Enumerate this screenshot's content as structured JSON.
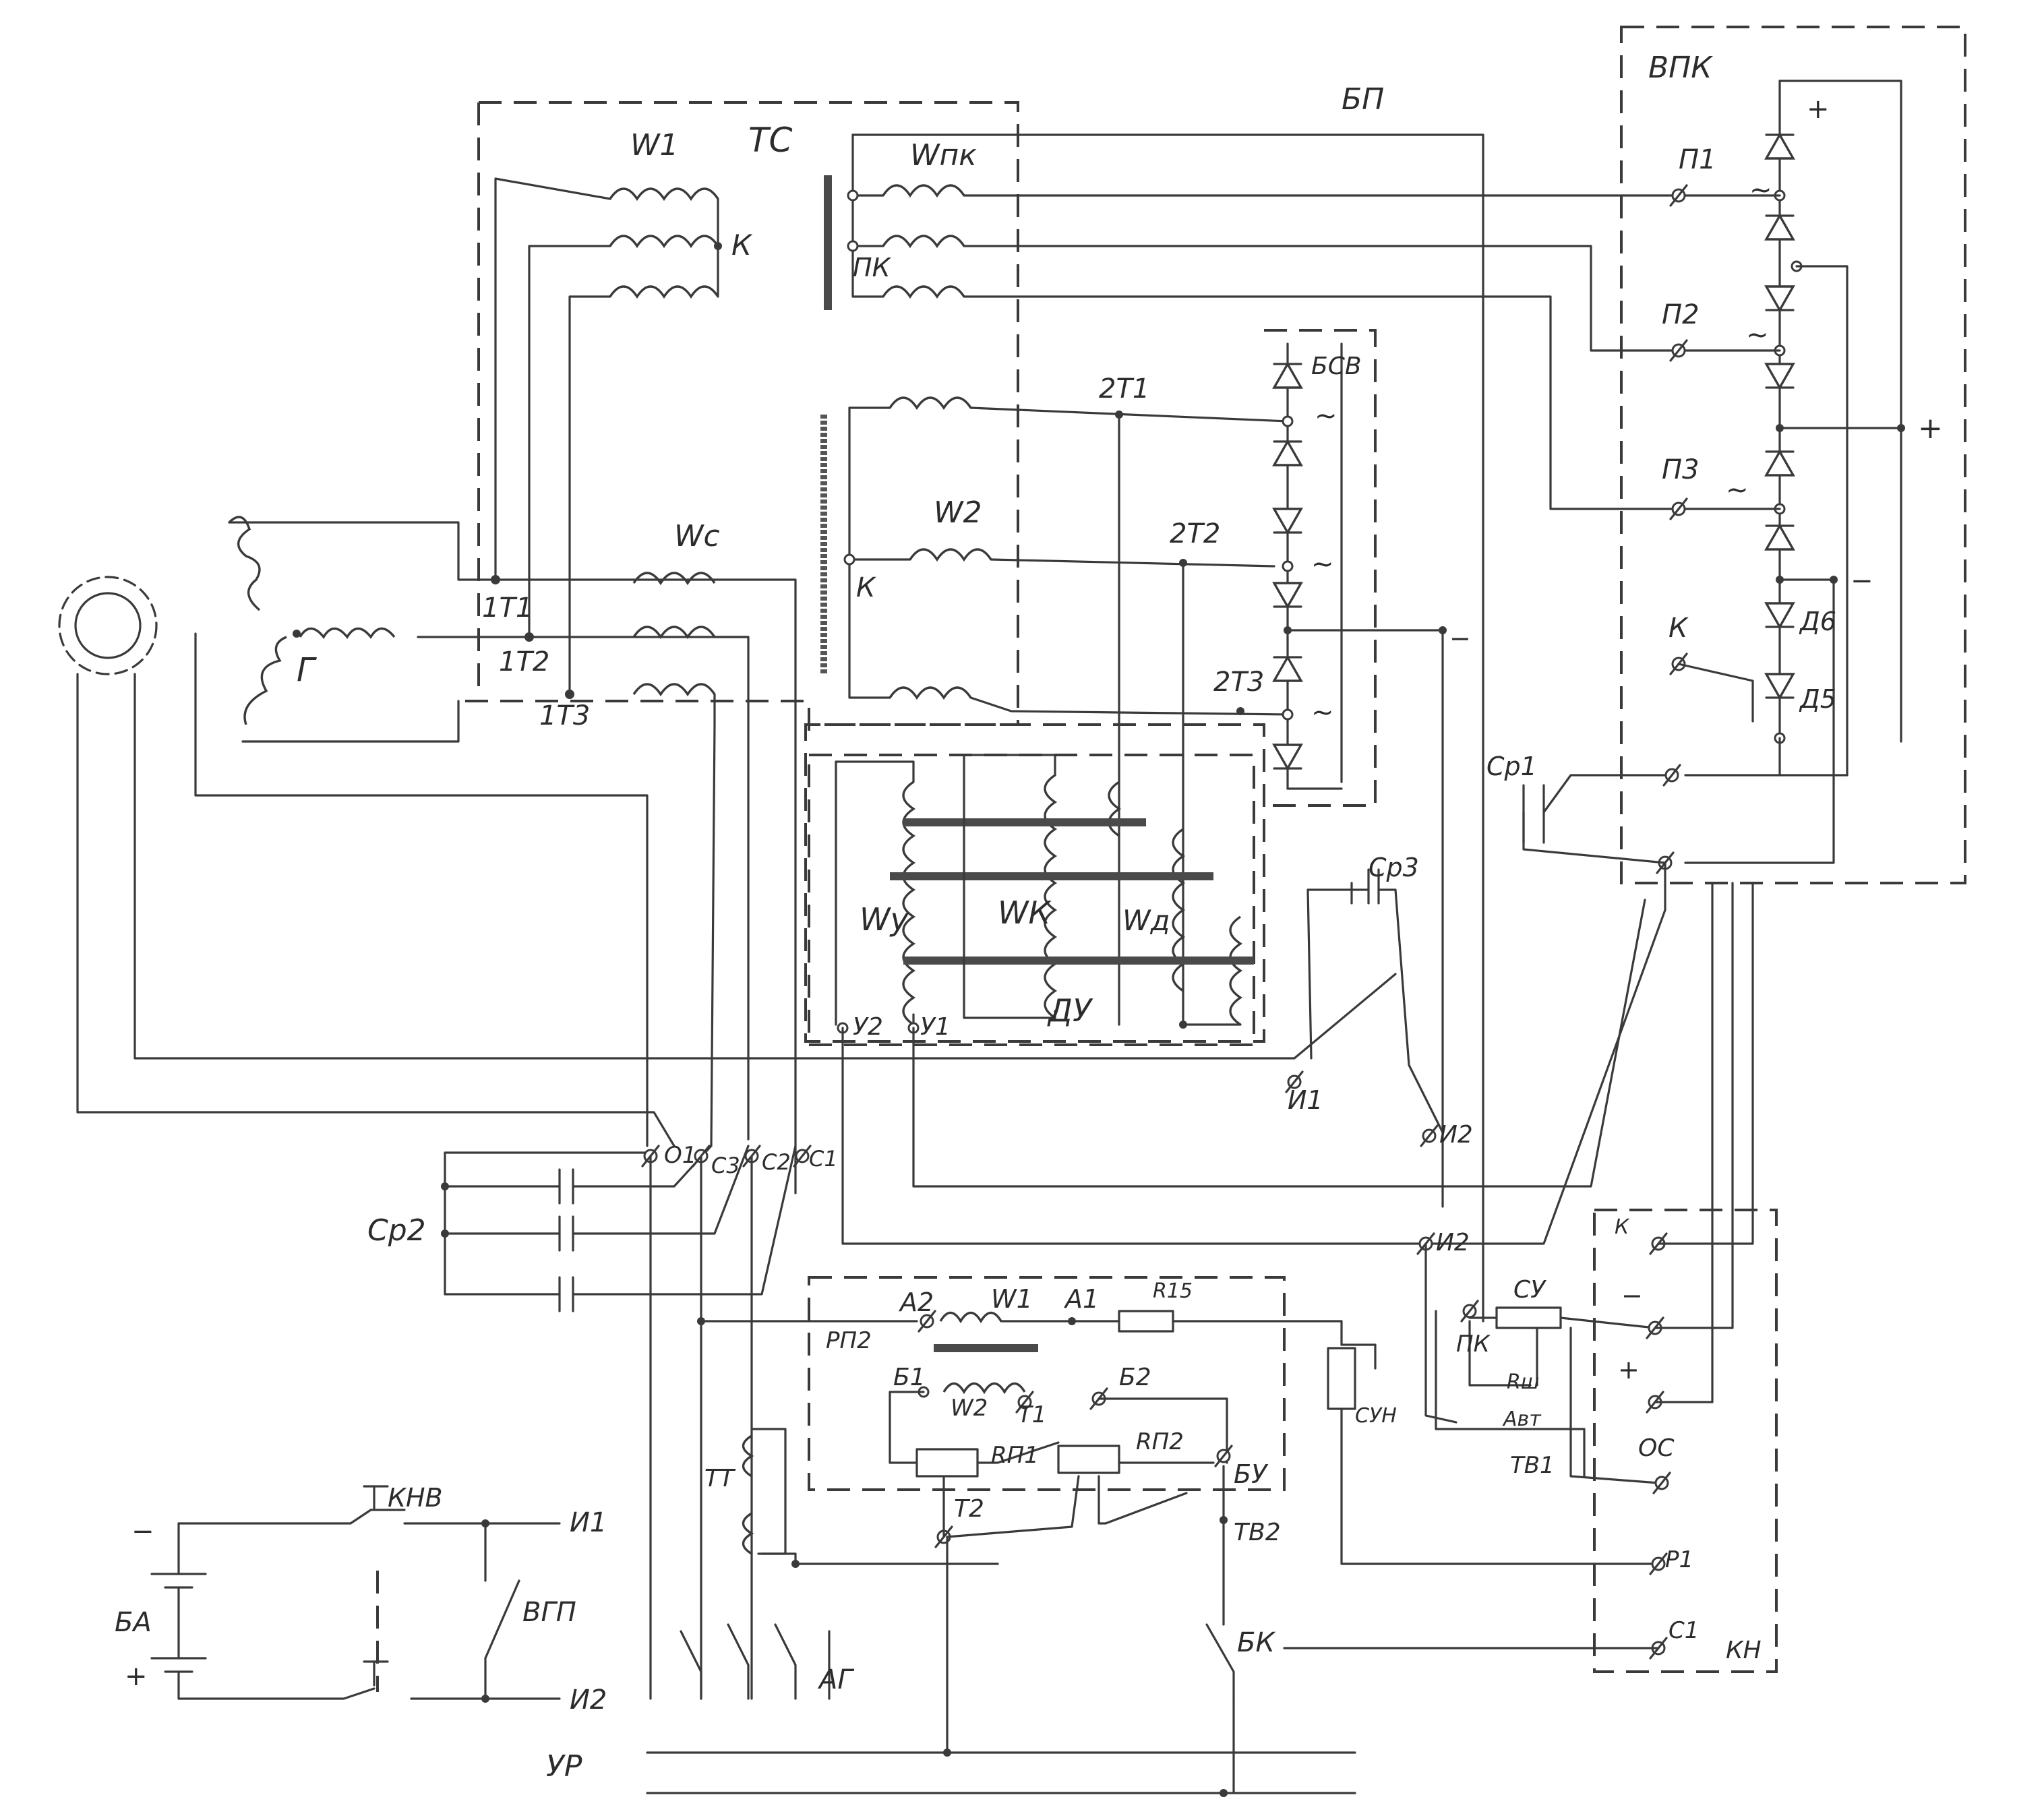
{
  "labels": {
    "ts": "ТС",
    "bp": "БП",
    "vpk": "ВПК",
    "w1": "W1",
    "k_top": "К",
    "wpk": "Wпк",
    "pk": "ПК",
    "bsv": "БСВ",
    "t21": "2Т1",
    "w2": "W2",
    "t22": "2Т2",
    "t23": "2Т3",
    "k_w2": "К",
    "wc": "Wс",
    "t11": "1Т1",
    "t12": "1Т2",
    "t13": "1Т3",
    "gen": "Г",
    "p1": "П1",
    "p2": "П2",
    "p3": "П3",
    "k_vpk": "К",
    "d6": "Д6",
    "d5": "Д5",
    "sr1": "Ср1",
    "sr3": "Ср3",
    "sr2": "Ср2",
    "wy": "Wу",
    "wk": "WК",
    "wd": "Wд",
    "du": "ДУ",
    "y2": "У2",
    "y1": "У1",
    "i1": "И1",
    "i2a": "И2",
    "i2b": "И2",
    "o1": "О1",
    "c3": "С3",
    "c2": "С2",
    "c1": "С1",
    "a2": "А2",
    "w1b": "W1",
    "a1": "А1",
    "r15": "R15",
    "rp2": "РП2",
    "b1": "Б1",
    "w2b": "W2",
    "t1": "Т1",
    "b2": "Б2",
    "rpi1": "RП1",
    "rpi2": "RП2",
    "bu": "БУ",
    "t2": "Т2",
    "tv2": "ТВ2",
    "tt": "ТТ",
    "su": "СУ",
    "pk2": "ПК",
    "rsh": "Rш",
    "avt": "Авт",
    "tv1": "ТВ1",
    "suh": "СУН",
    "os": "ОС",
    "r1": "Р1",
    "c1b": "С1",
    "kn": "КН",
    "k_kn": "К",
    "knv": "КНВ",
    "ba": "БА",
    "vgp": "ВГП",
    "i1b": "И1",
    "i2c": "И2",
    "ag": "АГ",
    "bk": "БК",
    "ur": "УР"
  },
  "signs": {
    "plus": "+",
    "minus": "−",
    "ac": "~"
  }
}
